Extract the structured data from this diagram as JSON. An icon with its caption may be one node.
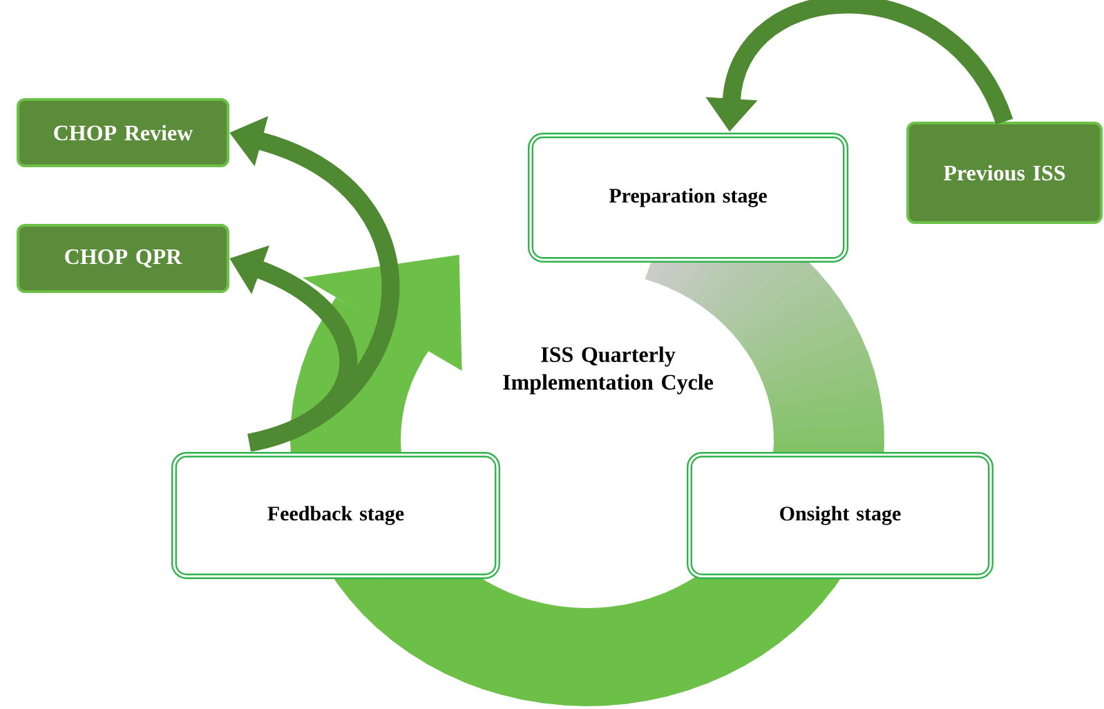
{
  "diagram": {
    "nodes": [
      {
        "text": [
          "CHOP Review"
        ]
      },
      {
        "text": [
          "CHOP QPR"
        ]
      },
      {
        "text": [
          "Preparation stage"
        ]
      },
      {
        "text": [
          "Previous ISS"
        ]
      },
      {
        "text": [
          "Feedback stage"
        ]
      },
      {
        "text": [
          "Onsight stage"
        ]
      }
    ],
    "edges": [
      {
        "from": 3,
        "to": 2,
        "arrow": "to"
      },
      {
        "from": 4,
        "to": 0,
        "arrow": "to"
      },
      {
        "from": 4,
        "to": 1,
        "arrow": "to"
      }
    ],
    "labels": [
      "ISS Quarterly Implementation Cycle"
    ]
  }
}
